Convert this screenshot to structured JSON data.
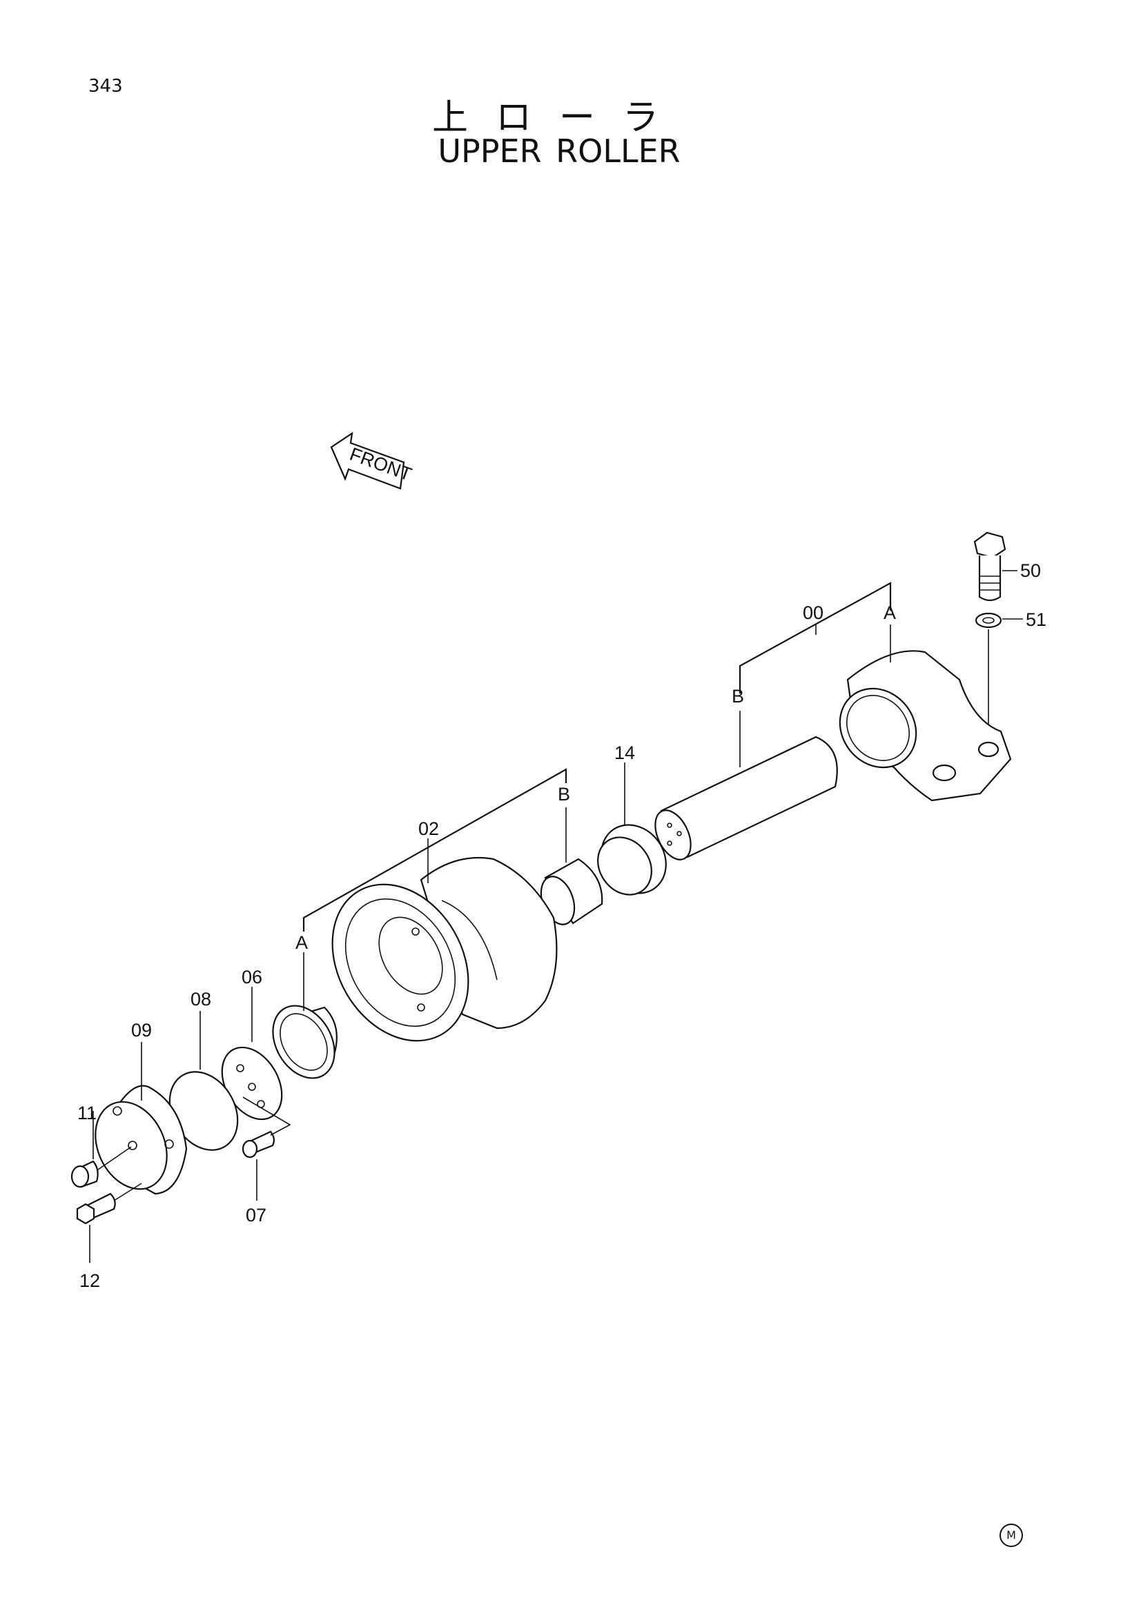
{
  "page": {
    "number": "343",
    "title_jp": "上ローラ",
    "title_en": "UPPER ROLLER",
    "front_label": "FRONT",
    "mark": "M"
  },
  "callouts": {
    "p00": "00",
    "p02": "02",
    "p06": "06",
    "p07": "07",
    "p08": "08",
    "p09": "09",
    "p11": "11",
    "p12": "12",
    "p14": "14",
    "p50": "50",
    "p51": "51",
    "a1": "A",
    "a2": "A",
    "b1": "B",
    "b2": "B"
  }
}
